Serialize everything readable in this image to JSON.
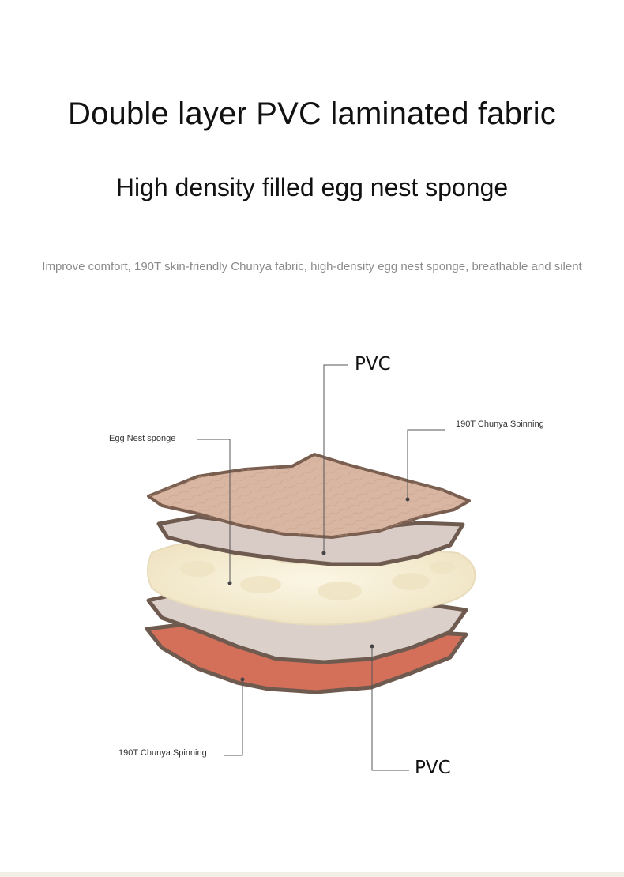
{
  "titles": {
    "main": "Double layer PVC laminated fabric",
    "sub": "High density filled egg nest sponge"
  },
  "description": "Improve comfort, 190T skin-friendly Chunya fabric, high-density egg nest sponge, breathable and silent",
  "labels": {
    "pvc_top": "PVC",
    "spinning_top": "190T Chunya Spinning",
    "egg_nest": "Egg Nest sponge",
    "spinning_bottom": "190T Chunya Spinning",
    "pvc_bottom": "PVC"
  },
  "colors": {
    "top_fabric": "#d9b6a2",
    "pvc_layer": "#d9ccc7",
    "sponge": "#f4ecd2",
    "bottom_fabric": "#d4705a",
    "layer_edge": "#6e5a4e",
    "leader_line": "#555555"
  }
}
